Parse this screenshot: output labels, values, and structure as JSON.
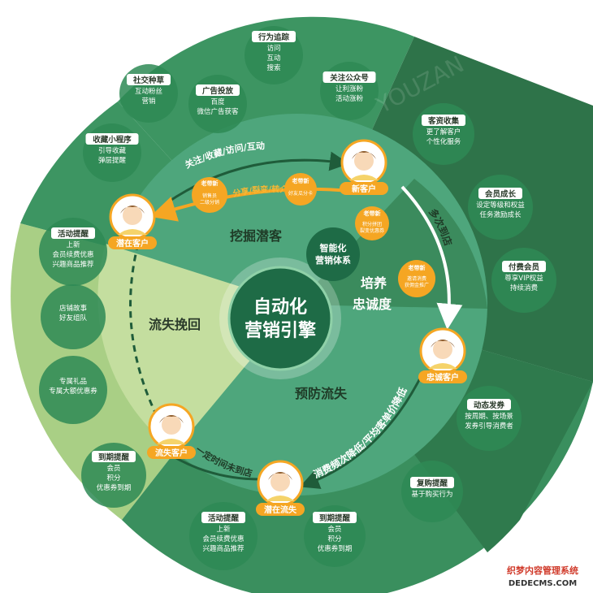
{
  "center": {
    "line1": "自动化",
    "line2": "营销引擎"
  },
  "sub_center": {
    "line1": "智能化",
    "line2": "营销体系"
  },
  "zones": {
    "top": "挖掘潜客",
    "right_line1": "培养",
    "right_line2": "忠诚度",
    "bottom": "预防流失",
    "left": "流失挽回"
  },
  "flow": {
    "top_arc": "关注/收藏/访问/互动",
    "share_arc": "分享/裂变/转介绍",
    "right_arc": "多次到店",
    "bottom_arc": "消费频次降低/平均客单价降低",
    "left_arc": "一定时间未到店"
  },
  "customers": {
    "potential": "潜在客户",
    "new": "新客户",
    "loyal": "忠诚客户",
    "at_risk": "潜在流失",
    "lost": "流失客户"
  },
  "badges": [
    {
      "tag": "老带新",
      "text": "销售员二级分销裂变老带新"
    },
    {
      "tag": "老带新",
      "text": "好友瓜分卡"
    },
    {
      "tag": "老带新",
      "text": "积分拼团裂变优惠券"
    },
    {
      "tag": "老带新",
      "text": "邀请消费获佣金推广（赏分享）"
    }
  ],
  "pills": [
    {
      "title": "行为追踪",
      "lines": [
        "访问",
        "互动",
        "搜索"
      ]
    },
    {
      "title": "社交种草",
      "lines": [
        "互动粉丝",
        "营销"
      ]
    },
    {
      "title": "广告投放",
      "lines": [
        "百度",
        "微信广告获客"
      ]
    },
    {
      "title": "关注公众号",
      "lines": [
        "让利涨粉",
        "活动涨粉"
      ]
    },
    {
      "title": "收藏小程序",
      "lines": [
        "引导收藏",
        "弹层提醒"
      ]
    },
    {
      "title": "客资收集",
      "lines": [
        "更了解客户",
        "个性化服务"
      ]
    },
    {
      "title": "会员成长",
      "lines": [
        "设定等级和权益",
        "任务激励成长"
      ]
    },
    {
      "title": "付费会员",
      "lines": [
        "尊享VIP权益",
        "持续消费"
      ]
    },
    {
      "title": "动态发券",
      "lines": [
        "按周期、按场景",
        "发券引导消费者"
      ]
    },
    {
      "title": "复购提醒",
      "lines": [
        "基于购买行为"
      ]
    },
    {
      "title": "到期提醒",
      "lines": [
        "会员",
        "积分",
        "优惠券到期"
      ]
    },
    {
      "title": "活动提醒",
      "lines": [
        "上新",
        "会员续费优惠",
        "兴趣商品推荐"
      ]
    },
    {
      "title": "活动提醒",
      "lines": [
        "上新",
        "会员续费优惠",
        "兴趣商品推荐"
      ]
    },
    {
      "title": "",
      "lines": [
        "店铺故事",
        "好友组队"
      ]
    },
    {
      "title": "",
      "lines": [
        "专属礼品",
        "专属大额优惠券"
      ]
    },
    {
      "title": "到期提醒",
      "lines": [
        "会员",
        "积分",
        "优惠券到期"
      ]
    }
  ],
  "watermark": {
    "brand": "YOUZAN",
    "site_line1": "织梦内容管理系统",
    "site_line2": "DEDECMS.COM"
  },
  "colors": {
    "mid_green": "#3a8f5e",
    "dark_green": "#2e7349",
    "light_green": "#a9cf85",
    "teal": "#4ea67c",
    "center": "#1e6b46",
    "orange": "#f5a623",
    "pill_title_bg": "#ffffff"
  }
}
